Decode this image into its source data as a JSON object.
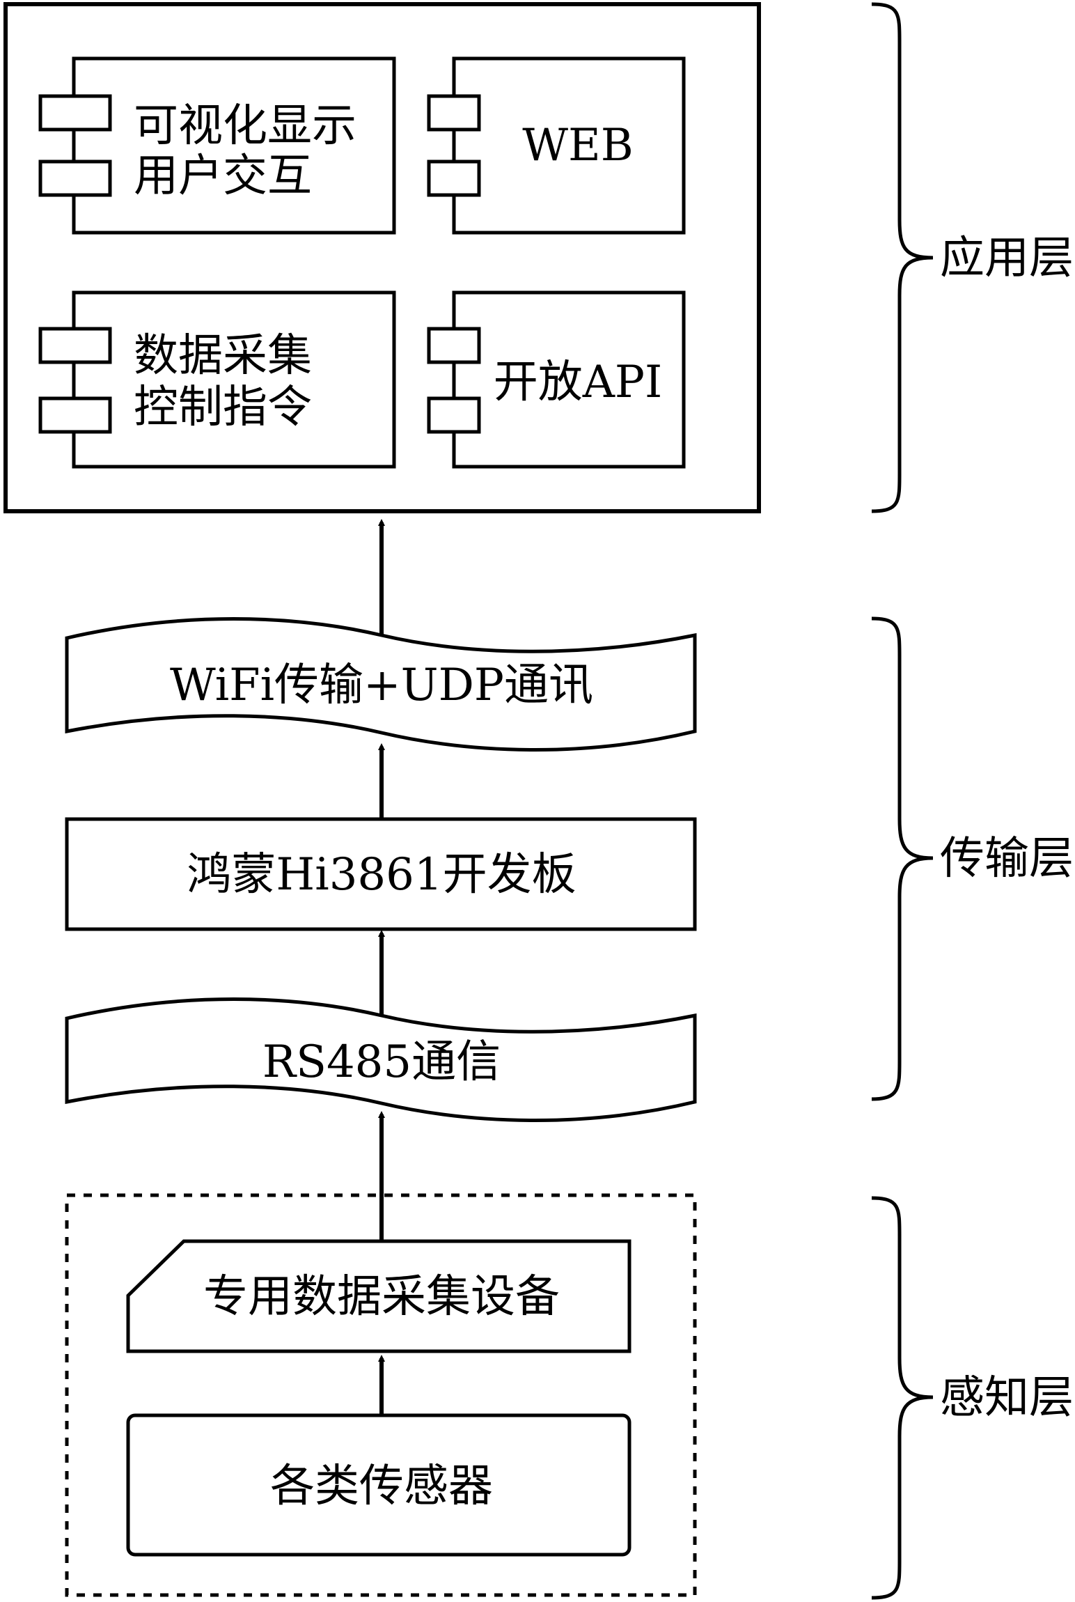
{
  "application_layer": {
    "label": "应用层",
    "components": {
      "visualization": {
        "line1": "可视化显示",
        "line2": "用户交互"
      },
      "web": {
        "label": "WEB"
      },
      "data_collection": {
        "line1": "数据采集",
        "line2": "控制指令"
      },
      "open_api": {
        "label": "开放API"
      }
    }
  },
  "transport_layer": {
    "label": "传输层",
    "wifi_udp": "WiFi传输+UDP通讯",
    "hi3861_board": "鸿蒙Hi3861开发板",
    "rs485": "RS485通信"
  },
  "perception_layer": {
    "label": "感知层",
    "collection_device": "专用数据采集设备",
    "sensors": "各类传感器"
  },
  "colors": {
    "stroke": "#000000",
    "background": "#ffffff"
  }
}
